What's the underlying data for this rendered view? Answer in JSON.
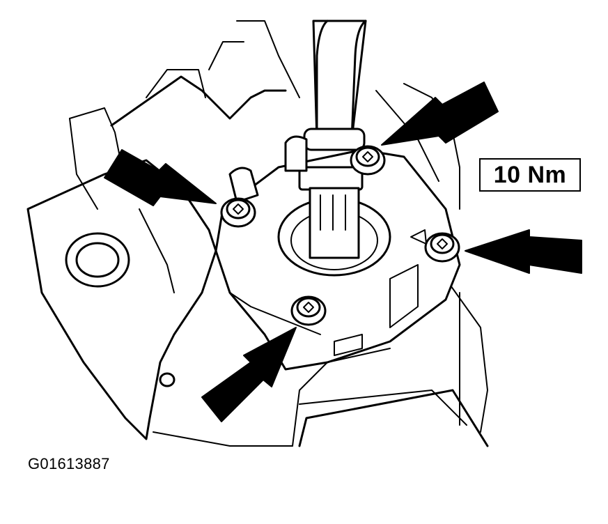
{
  "torque_label": "10 Nm",
  "figure_id": "G01613887",
  "bolts": [
    {
      "name": "bolt-left"
    },
    {
      "name": "bolt-top"
    },
    {
      "name": "bolt-right"
    },
    {
      "name": "bolt-bottom"
    }
  ],
  "arrows": [
    {
      "name": "arrow-upper-left",
      "points_to": "bolt-left"
    },
    {
      "name": "arrow-upper-right",
      "points_to": "bolt-top"
    },
    {
      "name": "arrow-right",
      "points_to": "bolt-right"
    },
    {
      "name": "arrow-lower-left",
      "points_to": "bolt-bottom"
    }
  ],
  "colors": {
    "ink": "#000000",
    "paper": "#ffffff"
  }
}
